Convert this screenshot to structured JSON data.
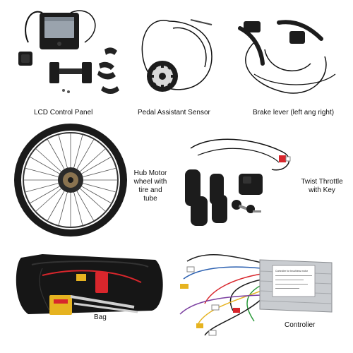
{
  "image": {
    "alt": "Electric bicycle conversion kit components",
    "background": "#ffffff"
  },
  "items": [
    {
      "name": "lcd-control-panel",
      "label": "LCD Control Panel"
    },
    {
      "name": "pedal-assistant-sensor",
      "label": "Pedal Assistant Sensor"
    },
    {
      "name": "brake-lever",
      "label": "Brake lever (left ang right)"
    },
    {
      "name": "hub-motor-wheel",
      "label_lines": [
        "Hub Motor",
        "wheel with",
        "tire and",
        "tube"
      ]
    },
    {
      "name": "twist-throttle",
      "label_lines": [
        "Twist Throttle",
        "with Key"
      ]
    },
    {
      "name": "bag",
      "label": "Bag"
    },
    {
      "name": "controller",
      "label": "Controlier"
    }
  ],
  "controller_label_text": {
    "line1": "Controller for brushless motor"
  },
  "colors": {
    "caption": "#111111",
    "product_black": "#1a1a1a",
    "controller_body": "#c9ccd0",
    "warning_red": "#d8262c",
    "connector_yellow": "#e6b320",
    "lcd_screen": "#9aa3ad"
  }
}
